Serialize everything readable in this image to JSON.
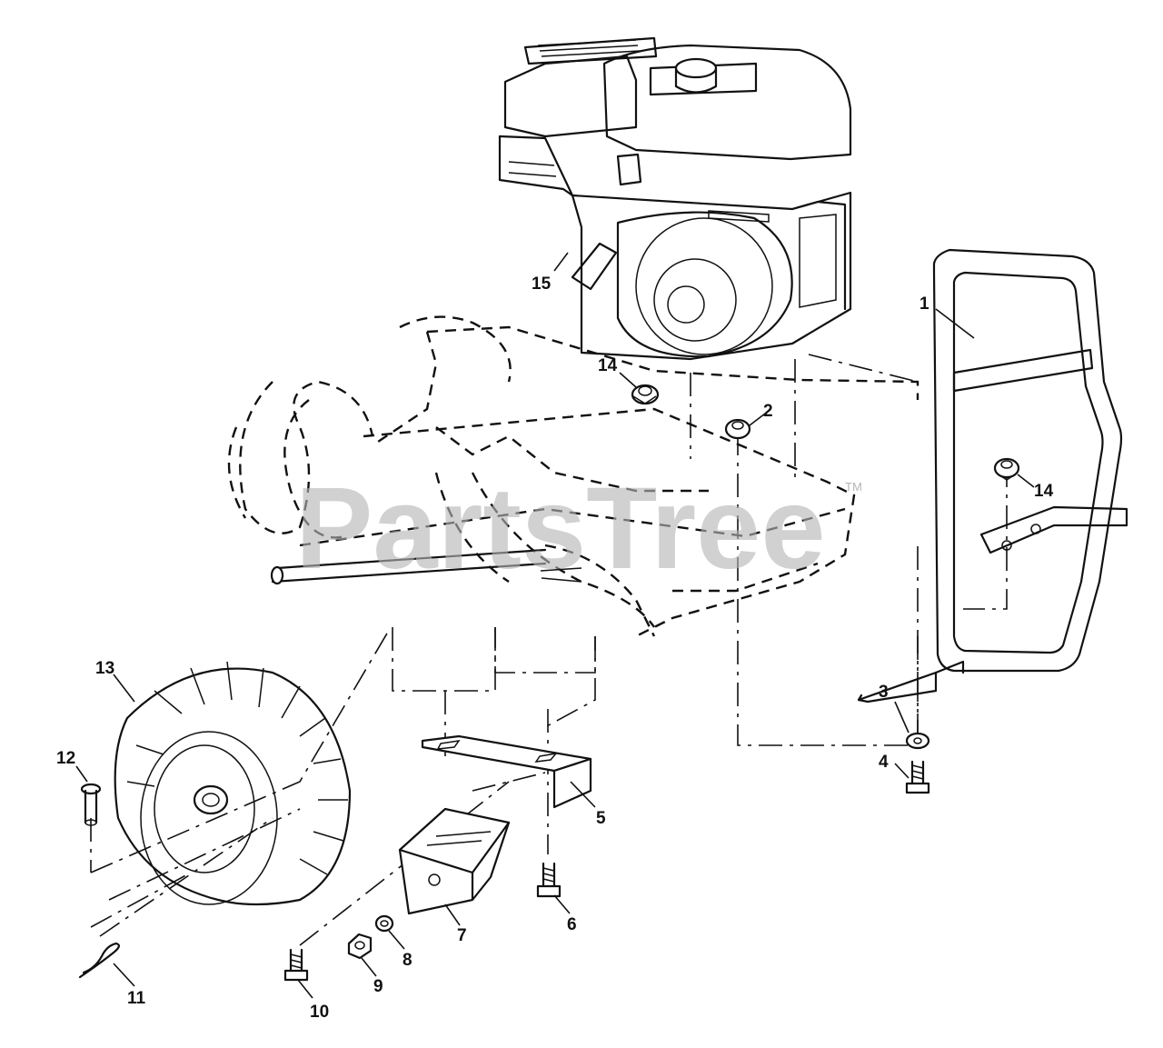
{
  "watermark": {
    "text": "PartsTree",
    "trademark": "TM"
  },
  "callouts": [
    {
      "id": "1",
      "label": "1"
    },
    {
      "id": "2",
      "label": "2"
    },
    {
      "id": "3",
      "label": "3"
    },
    {
      "id": "4",
      "label": "4"
    },
    {
      "id": "5",
      "label": "5"
    },
    {
      "id": "6",
      "label": "6"
    },
    {
      "id": "7",
      "label": "7"
    },
    {
      "id": "8",
      "label": "8"
    },
    {
      "id": "9",
      "label": "9"
    },
    {
      "id": "10",
      "label": "10"
    },
    {
      "id": "11",
      "label": "11"
    },
    {
      "id": "12",
      "label": "12"
    },
    {
      "id": "13",
      "label": "13"
    },
    {
      "id": "14a",
      "label": "14"
    },
    {
      "id": "14b",
      "label": "14"
    },
    {
      "id": "15",
      "label": "15"
    }
  ],
  "colors": {
    "line": "#111111",
    "background": "#ffffff",
    "watermark": "#b5b5b5"
  }
}
